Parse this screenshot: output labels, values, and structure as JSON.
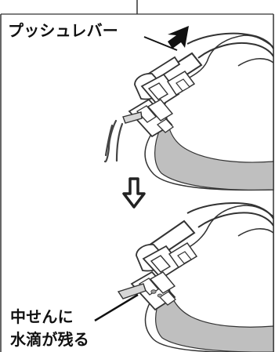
{
  "labels": {
    "push_lever": "プッシュレバー",
    "stopper_line1": "中せんに",
    "stopper_line2": "水滴が残る"
  },
  "icons": {
    "push_arrow": "push-arrow-icon",
    "down_arrow": "down-arrow-icon"
  },
  "colors": {
    "line": "#333333",
    "fill_gray": "#b9b9b9",
    "fill_light": "#d6d6d6",
    "background": "#ffffff"
  }
}
